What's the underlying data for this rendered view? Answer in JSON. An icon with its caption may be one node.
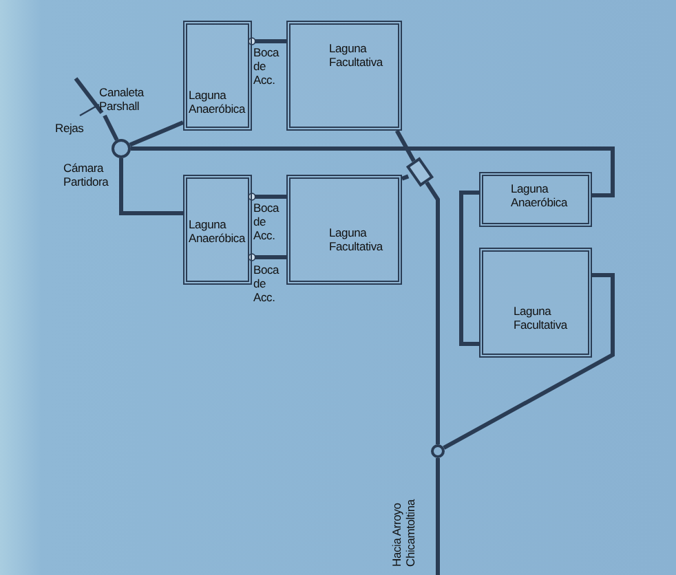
{
  "diagram": {
    "nodes": [
      {
        "text": [
          "Laguna Anaeróbica"
        ]
      },
      {
        "text": [
          "Laguna Facultativa"
        ]
      },
      {
        "text": [
          "Laguna Anaeróbica"
        ]
      },
      {
        "text": [
          "Laguna Facultativa"
        ]
      },
      {
        "text": [
          "Laguna Anaeróbica"
        ]
      },
      {
        "text": [
          "Laguna Facultativa"
        ]
      },
      {
        "text": [],
        "shape": "circle",
        "beside": [
          "Cámara Partidora"
        ]
      },
      {
        "text": [
          "Canaleta Parshall"
        ]
      },
      {
        "text": [],
        "shape": "box"
      },
      {
        "text": [],
        "shape": "circle"
      }
    ],
    "edges": [
      {
        "from": 6,
        "to": 0,
        "arrow": "none"
      },
      {
        "from": 6,
        "to": 2,
        "arrow": "none"
      },
      {
        "from": 6,
        "to": 4,
        "arrow": "none"
      },
      {
        "from": 0,
        "to": 1,
        "arrow": "other"
      },
      {
        "from": 2,
        "to": 3,
        "arrow": "other"
      },
      {
        "from": 2,
        "to": 3,
        "arrow": "other"
      },
      {
        "from": 1,
        "to": 8,
        "arrow": "none"
      },
      {
        "from": 3,
        "to": 8,
        "arrow": "none"
      },
      {
        "from": 8,
        "to": 9,
        "arrow": "none"
      },
      {
        "from": 4,
        "to": 5,
        "arrow": "none"
      },
      {
        "from": 5,
        "to": 9,
        "arrow": "none"
      },
      {
        "from": 9,
        "to": null,
        "arrow": "none"
      },
      {
        "from": 7,
        "to": 6,
        "arrow": "none"
      }
    ],
    "labels": [
      "Rejas",
      "Boca de Acc.",
      "Boca de Acc.",
      "Boca de Acc.",
      "Hacia Arroyo Chicamtoltina"
    ]
  }
}
